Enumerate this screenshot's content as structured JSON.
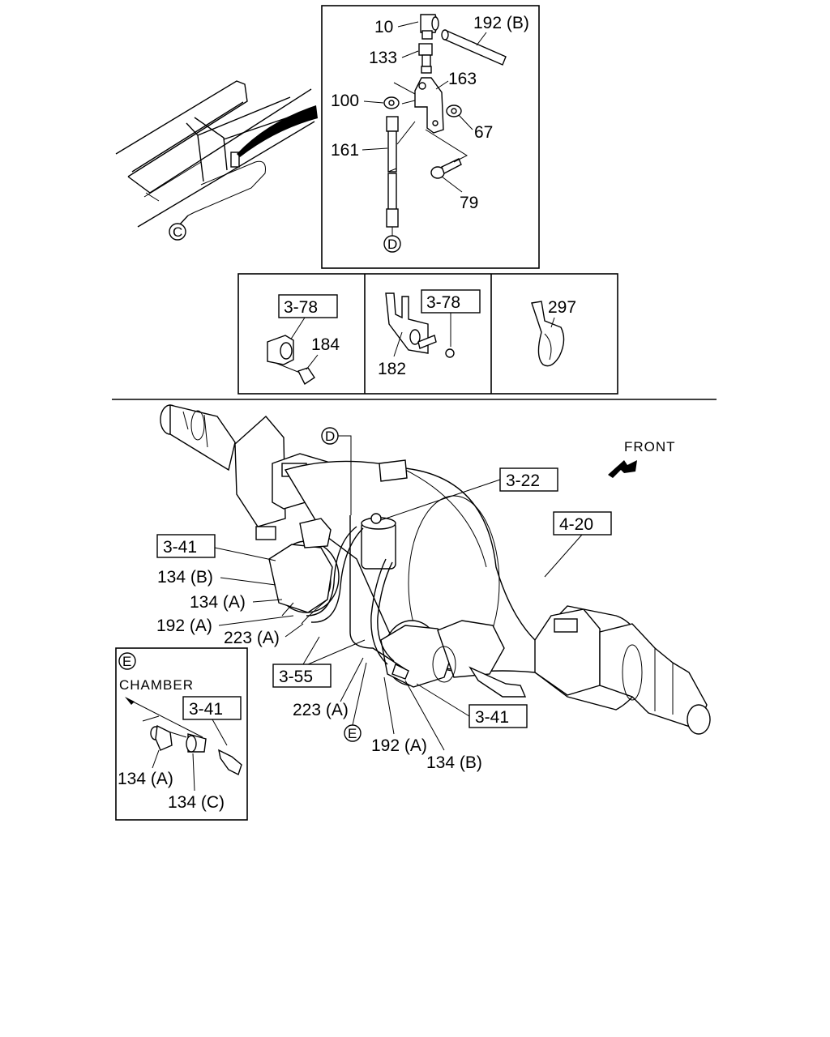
{
  "detail_top": {
    "labels": {
      "p10": "10",
      "p192b": "192 (B)",
      "p133": "133",
      "p163": "163",
      "p100": "100",
      "p67": "67",
      "p161": "161",
      "p79": "79",
      "circD": "D"
    }
  },
  "frame_view": {
    "circC": "C"
  },
  "kits": {
    "kit1": {
      "ref": "3-78",
      "part": "184"
    },
    "kit2": {
      "ref": "3-78",
      "part": "182"
    },
    "kit3": {
      "part": "297"
    }
  },
  "main": {
    "front": "FRONT",
    "circD": "D",
    "circE": "E",
    "refs": {
      "r322": "3-22",
      "r420": "4-20",
      "r341a": "3-41",
      "r355": "3-55",
      "r341b": "3-41"
    },
    "labels": {
      "a134b": "134 (B)",
      "a134a": "134 (A)",
      "a192a": "192 (A)",
      "a223a": "223 (A)",
      "b223a": "223 (A)",
      "b192a": "192 (A)",
      "b134b": "134 (B)"
    }
  },
  "inset_e": {
    "circE": "E",
    "chamber": "CHAMBER",
    "ref": "3-41",
    "p134a": "134 (A)",
    "p134c": "134 (C)"
  }
}
